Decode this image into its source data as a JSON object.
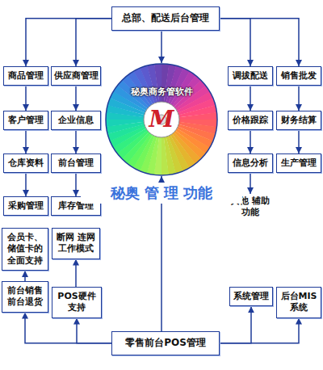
{
  "diagram": {
    "nodes": [
      {
        "text": [
          "总部、配送后台管理"
        ]
      },
      {
        "text": [
          "商品管理"
        ]
      },
      {
        "text": [
          "供应商管理"
        ]
      },
      {
        "text": [
          "调拔配送"
        ]
      },
      {
        "text": [
          "销售批发"
        ]
      },
      {
        "text": [
          "客户管理"
        ]
      },
      {
        "text": [
          "企业信息"
        ]
      },
      {
        "text": [
          "价格跟踪"
        ]
      },
      {
        "text": [
          "财务结算"
        ]
      },
      {
        "text": [
          "秘奥商务管软件"
        ]
      },
      {
        "text": [
          "仓库资料"
        ]
      },
      {
        "text": [
          "前台管理"
        ]
      },
      {
        "text": [
          "信息分析"
        ]
      },
      {
        "text": [
          "生产管理"
        ]
      },
      {
        "text": [
          "采购管理"
        ]
      },
      {
        "text": [
          "库存管理"
        ]
      },
      {
        "text": [
          "其他 辅助功能"
        ]
      },
      {
        "text": [
          "会员卡、储值卡的全面支持"
        ]
      },
      {
        "text": [
          "断网 连网工作模式"
        ]
      },
      {
        "text": [
          "前台销售 前台退货"
        ]
      },
      {
        "text": [
          "POS硬件支持"
        ]
      },
      {
        "text": [
          "系统管理"
        ]
      },
      {
        "text": [
          "后台MIS系统"
        ]
      },
      {
        "text": [
          "零售前台POS管理"
        ]
      }
    ],
    "edges": [
      {
        "from": 0,
        "to": 1,
        "arrow": "to"
      },
      {
        "from": 0,
        "to": 2,
        "arrow": "to"
      },
      {
        "from": 0,
        "to": 3,
        "arrow": "to"
      },
      {
        "from": 0,
        "to": 4,
        "arrow": "to"
      },
      {
        "from": 0,
        "to": 9,
        "arrow": "to"
      },
      {
        "from": 1,
        "to": 5,
        "arrow": "to"
      },
      {
        "from": 5,
        "to": 10,
        "arrow": "to"
      },
      {
        "from": 10,
        "to": 14,
        "arrow": "to"
      },
      {
        "from": 2,
        "to": 6,
        "arrow": "to"
      },
      {
        "from": 6,
        "to": 11,
        "arrow": "to"
      },
      {
        "from": 11,
        "to": 15,
        "arrow": "to"
      },
      {
        "from": 3,
        "to": 7,
        "arrow": "to"
      },
      {
        "from": 7,
        "to": 12,
        "arrow": "to"
      },
      {
        "from": 12,
        "to": 16,
        "arrow": "to"
      },
      {
        "from": 4,
        "to": 8,
        "arrow": "to"
      },
      {
        "from": 8,
        "to": 13,
        "arrow": "to"
      },
      {
        "from": 23,
        "to": 19,
        "arrow": "to"
      },
      {
        "from": 23,
        "to": 20,
        "arrow": "to"
      },
      {
        "from": 23,
        "to": 21,
        "arrow": "to"
      },
      {
        "from": 23,
        "to": 22,
        "arrow": "to"
      },
      {
        "from": 23,
        "to": 9,
        "arrow": "to"
      },
      {
        "from": 19,
        "to": 17,
        "arrow": "to"
      },
      {
        "from": 20,
        "to": 18,
        "arrow": "to"
      }
    ],
    "labels": [
      "秘奥 管 理 功能",
      "M"
    ]
  }
}
